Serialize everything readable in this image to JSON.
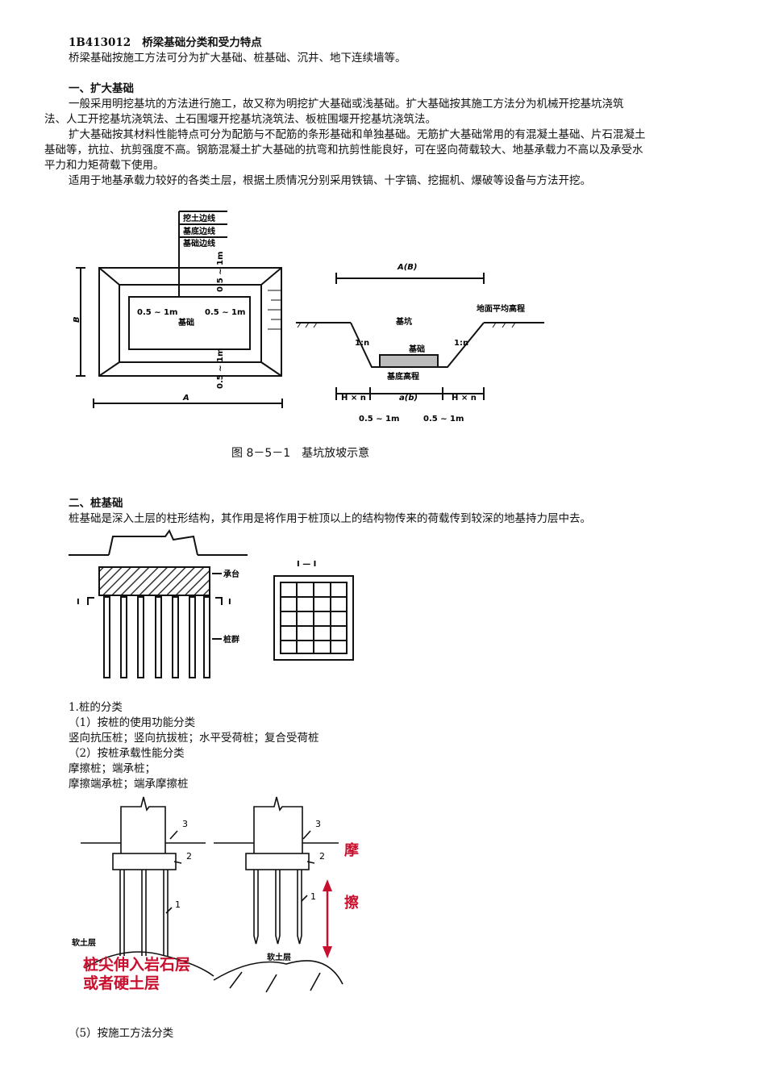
{
  "doc": {
    "heading_code": "1B413012",
    "heading_title": "桥梁基础分类和受力特点",
    "intro": "桥梁基础按施工方法可分为扩大基础、桩基础、沉井、地下连续墙等。",
    "sec1": {
      "title": "一、扩大基础",
      "p1_l1": "一般采用明挖基坑的方法进行施工，故又称为明挖扩大基础或浅基础。扩大基础按其施工方法分为机械开挖基坑浇筑",
      "p1_l2": "法、人工开挖基坑浇筑法、土石围堰开挖基坑浇筑法、板桩围堰开挖基坑浇筑法。",
      "p2_l1": "扩大基础按其材料性能特点可分为配筋与不配筋的条形基础和单独基础。无筋扩大基础常用的有混凝土基础、片石混凝土",
      "p2_l2": "基础等，抗拉、抗剪强度不高。钢筋混凝土扩大基础的抗弯和抗剪性能良好，可在竖向荷载较大、地基承载力不高以及承受水",
      "p2_l3": "平力和力矩荷载下使用。",
      "p3": "适用于地基承载力较好的各类土层，根据土质情况分别采用铁镐、十字镐、挖掘机、爆破等设备与方法开挖。"
    },
    "fig1": {
      "caption": "图 8－5－1　基坑放坡示意",
      "label_excav": "挖土边线",
      "label_pitbottom": "基底边线",
      "label_found": "基础边线",
      "dim_a": "A",
      "dim_b": "B",
      "dim_side": "0.5 ~ 1m",
      "label_foundation": "基础",
      "dim_ab": "A(B)",
      "label_pit": "基坑",
      "label_ground": "地面平均高程",
      "label_slope": "1:n",
      "label_bottom_elev": "基底高程",
      "dim_hn": "H × n",
      "dim_ab_small": "a(b)"
    },
    "sec2": {
      "title": "二、桩基础",
      "p1": "桩基础是深入土层的柱形结构，其作用是将作用于桩顶以上的结构物传来的荷载传到较深的地基持力层中去。"
    },
    "fig2": {
      "label_cap": "承台",
      "label_group": "桩群",
      "label_section": "I — I",
      "label_i": "I"
    },
    "classify": {
      "t1": "1.桩的分类",
      "t2": "（1）按桩的使用功能分类",
      "t3": "竖向抗压桩；竖向抗拔桩；水平受荷桩；复合受荷桩",
      "t4": "（2）按桩承载性能分类",
      "t5": "摩擦桩；端承桩；",
      "t6": "摩擦端承桩；端承摩擦桩"
    },
    "fig3": {
      "n1": "1",
      "n2": "2",
      "n3": "3",
      "label_soft": "软土层",
      "red_l1": "桩尖伸入岩石层",
      "red_l2": "或者硬土层",
      "red_mo": "摩",
      "red_ca": "擦"
    },
    "last": "（5）按施工方法分类",
    "colors": {
      "red": "#c8102e",
      "hatch": "#333333"
    }
  }
}
